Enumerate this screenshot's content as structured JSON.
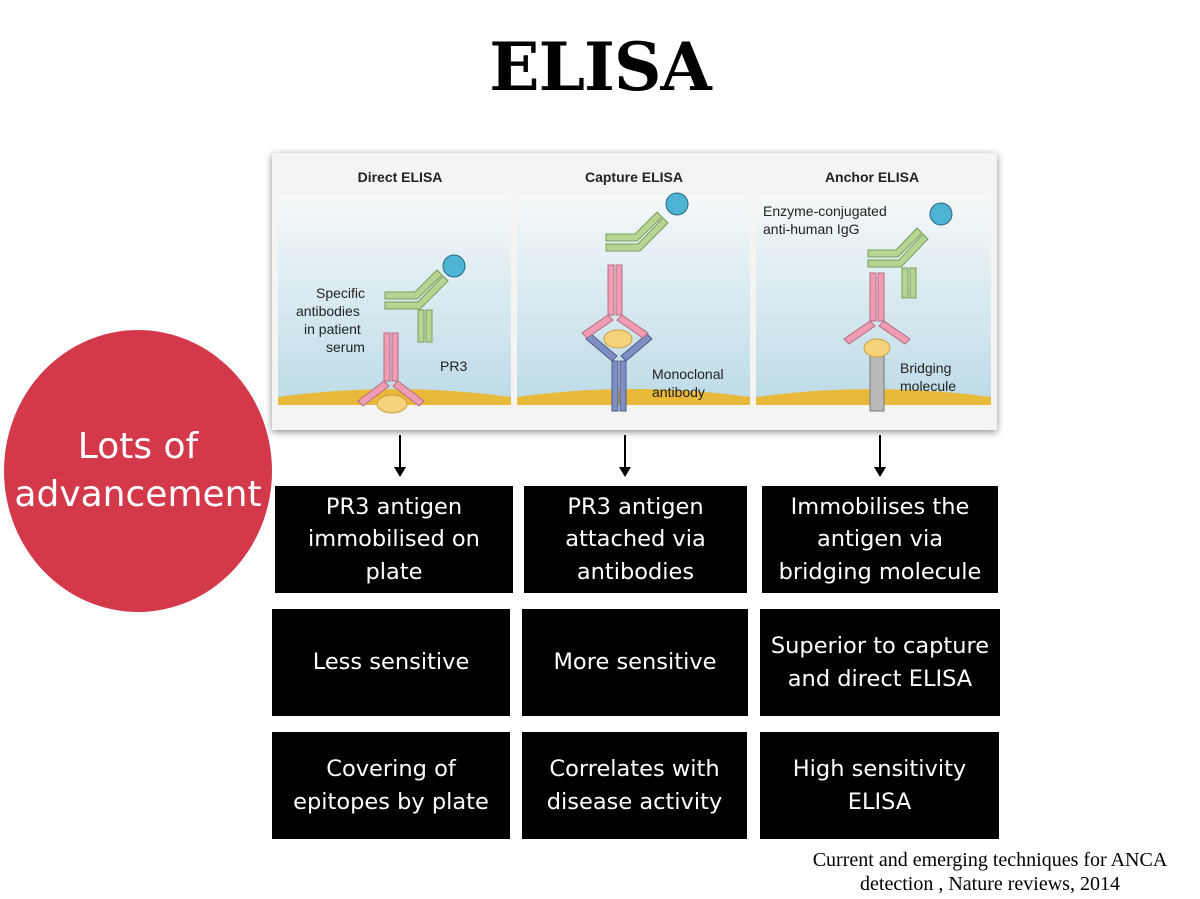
{
  "title": "ELISA",
  "highlight": {
    "text": "Lots of advancement",
    "color": "#d3394a"
  },
  "figure": {
    "panels": [
      {
        "heading": "Direct ELISA",
        "labels": [
          "Specific",
          "antibodies",
          "in patient",
          "serum",
          "PR3"
        ]
      },
      {
        "heading": "Capture ELISA",
        "labels": [
          "Monoclonal",
          "antibody"
        ]
      },
      {
        "heading": "Anchor ELISA",
        "labels": [
          "Enzyme-conjugated",
          "anti-human IgG",
          "Bridging",
          "molecule"
        ]
      }
    ]
  },
  "boxes": {
    "row1": [
      "PR3 antigen immobilised on plate",
      "PR3 antigen attached via antibodies",
      "Immobilises the antigen via bridging molecule"
    ],
    "row2": [
      "Less sensitive",
      "More sensitive",
      "Superior to capture and direct ELISA"
    ],
    "row3": [
      "Covering of epitopes by plate",
      "Correlates with disease activity",
      "High sensitivity ELISA"
    ]
  },
  "citation": "Current and emerging techniques for ANCA detection , Nature reviews, 2014"
}
